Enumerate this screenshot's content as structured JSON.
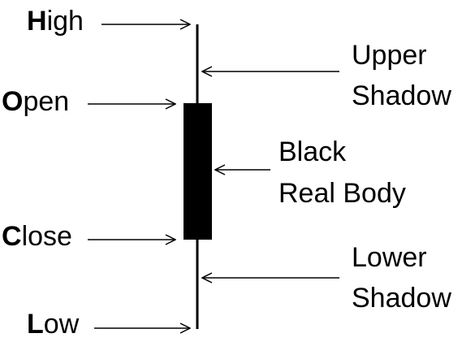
{
  "labels": {
    "high": {
      "initial": "H",
      "rest": "igh"
    },
    "open": {
      "initial": "O",
      "rest": "pen"
    },
    "close": {
      "initial": "C",
      "rest": "lose"
    },
    "low": {
      "initial": "L",
      "rest": "ow"
    },
    "upper_shadow": [
      "Upper",
      "Shadow"
    ],
    "real_body": [
      "Black",
      "Real Body"
    ],
    "lower_shadow": [
      "Lower",
      "Shadow"
    ]
  },
  "colors": {
    "candle": "#000000",
    "background": "#ffffff"
  }
}
